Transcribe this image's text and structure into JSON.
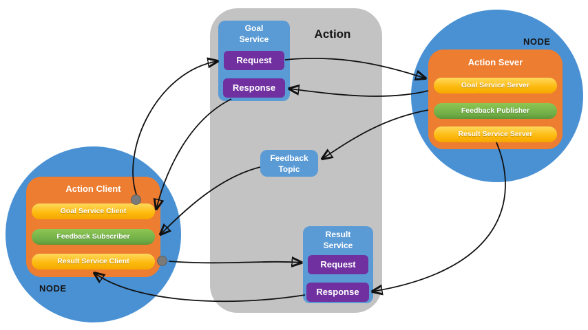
{
  "colors": {
    "circle_blue": "#4a91d4",
    "box_blue": "#5b9bd5",
    "orange": "#ed7d31",
    "yellow_pill": "#ffc000",
    "green_pill": "#70ad47",
    "purple": "#7030a0",
    "gray_panel": "#c3c3c3",
    "connector_dot": "#7a7a7a",
    "arrow": "#111111"
  },
  "action_group": {
    "title": "Action"
  },
  "left_node": {
    "label": "NODE",
    "client": {
      "title": "Action Client",
      "items": [
        {
          "label": "Goal Service Client",
          "color": "yellow"
        },
        {
          "label": "Feedback Subscriber",
          "color": "green"
        },
        {
          "label": "Result Service Client",
          "color": "yellow"
        }
      ]
    }
  },
  "right_node": {
    "label": "NODE",
    "server": {
      "title": "Action Sever",
      "items": [
        {
          "label": "Goal Service Server",
          "color": "yellow"
        },
        {
          "label": "Feedback Publisher",
          "color": "green"
        },
        {
          "label": "Result Service Server",
          "color": "yellow"
        }
      ]
    }
  },
  "goal_service": {
    "title": "Goal Service",
    "request_label": "Request",
    "response_label": "Response"
  },
  "feedback_topic": {
    "title": "Feedback Topic"
  },
  "result_service": {
    "title": "Result Service",
    "request_label": "Request",
    "response_label": "Response"
  }
}
